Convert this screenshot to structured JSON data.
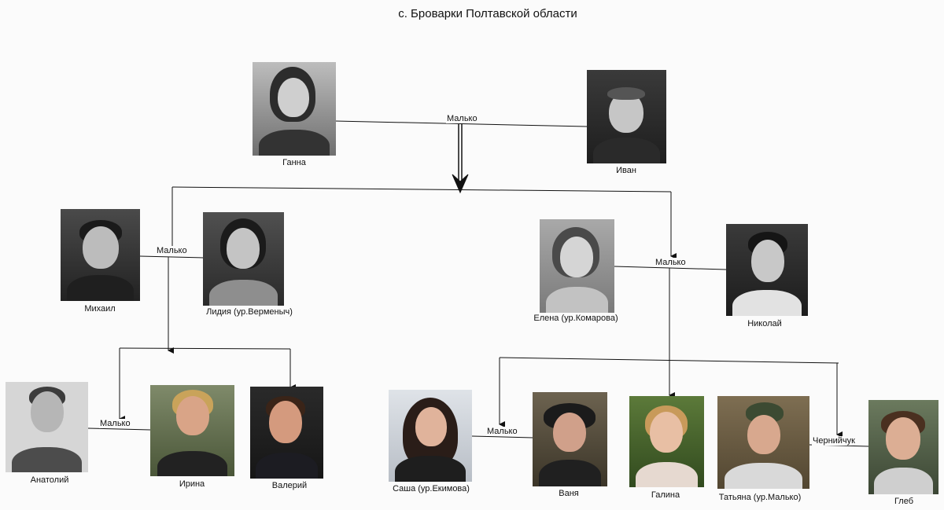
{
  "title": "с. Броварки Полтавской области",
  "relations": {
    "top": "Малько",
    "left": "Малько",
    "right": "Малько",
    "anatoly_irina": "Малько",
    "sasha_vanya": "Малько",
    "tatyana_gleb": "Чернийчук"
  },
  "people": {
    "ganna": "Ганна",
    "ivan": "Иван",
    "mikhail": "Михаил",
    "lidiya": "Лидия (ур.Верменыч)",
    "elena": "Елена (ур.Комарова)",
    "nikolay": "Николай",
    "anatoly": "Анатолий",
    "irina": "Ирина",
    "valery": "Валерий",
    "sasha": "Саша (ур.Екимова)",
    "vanya": "Ваня",
    "galina": "Галина",
    "tatyana": "Татьяна (ур.Малько)",
    "gleb": "Глеб"
  }
}
